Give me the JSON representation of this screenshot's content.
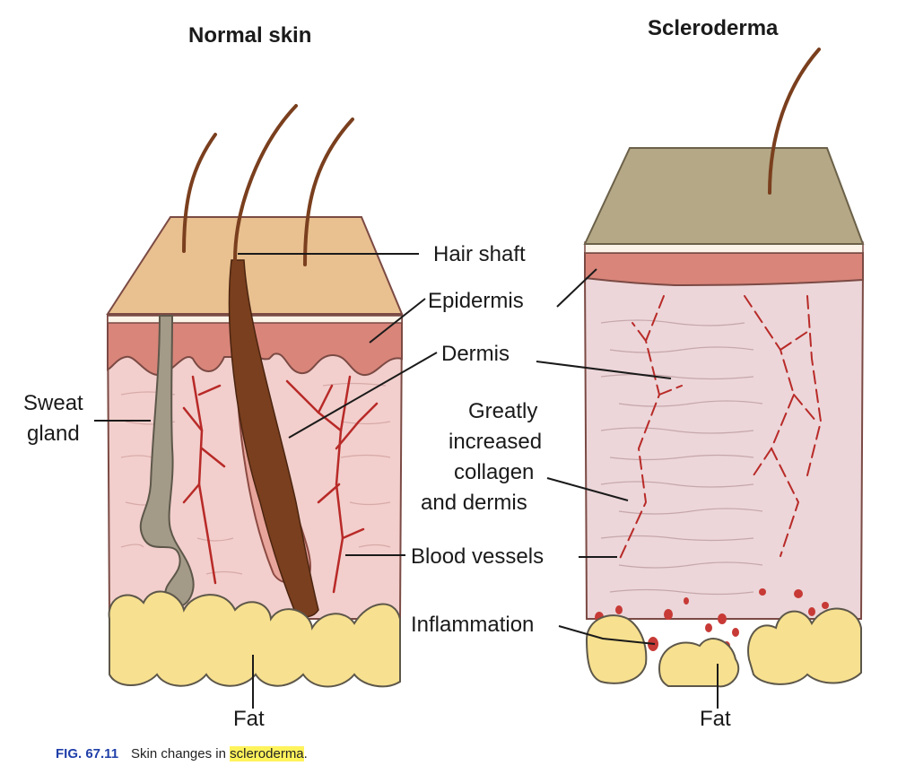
{
  "titles": {
    "normal": "Normal skin",
    "scleroderma": "Scleroderma"
  },
  "labels": {
    "hair_shaft": "Hair shaft",
    "epidermis": "Epidermis",
    "dermis": "Dermis",
    "sweat_gland_line1": "Sweat",
    "sweat_gland_line2": "gland",
    "collagen_line1": "Greatly",
    "collagen_line2": "increased",
    "collagen_line3": "collagen",
    "collagen_line4": "and dermis",
    "blood_vessels": "Blood vessels",
    "inflammation": "Inflammation",
    "fat_left": "Fat",
    "fat_right": "Fat"
  },
  "caption": {
    "fig": "FIG. 67.11",
    "pre": "Skin changes in ",
    "highlight": "scleroderma",
    "post": "."
  },
  "colors": {
    "surface": "#e9c08f",
    "scl_surface": "#b5a886",
    "epidermis": "#d9857a",
    "dermis": "#f2cfcc",
    "scl_dermis": "#ecd6d9",
    "fat": "#f7e08f",
    "vessel": "#b82a28",
    "hair": "#7a3f1e",
    "gland": "#a39a88"
  }
}
